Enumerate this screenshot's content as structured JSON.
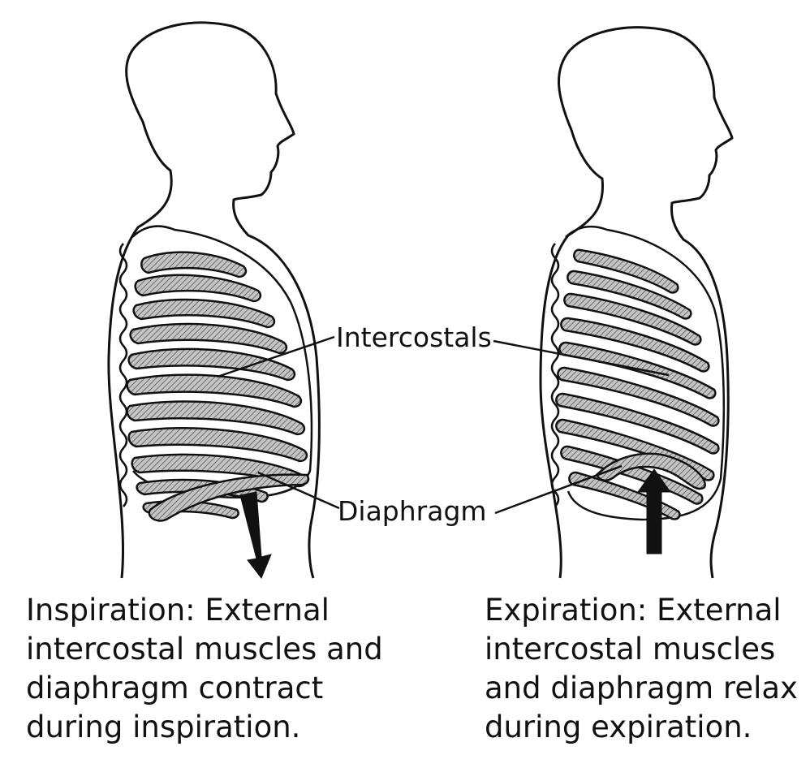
{
  "labels": {
    "intercostals": "Intercostals",
    "diaphragm": "Diaphragm"
  },
  "panels": [
    {
      "caption_lines": [
        "Inspiration: External",
        "intercostal muscles and",
        "diaphragm contract",
        "during inspiration."
      ],
      "arrow": "down"
    },
    {
      "caption_lines": [
        "Expiration: External",
        "intercostal muscles",
        "and diaphragm relax",
        "during expiration."
      ],
      "arrow": "up"
    }
  ],
  "colors": {
    "ink": "#111111",
    "rib_fill": "#b8b8b8",
    "background": "#ffffff"
  }
}
